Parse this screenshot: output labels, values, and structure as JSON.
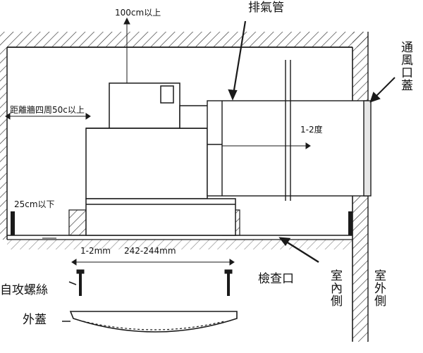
{
  "labels": {
    "ceiling_clearance": "100cm以上",
    "exhaust_pipe": "排氣管",
    "vent_cap": "通風口蓋",
    "wall_distance": "距離牆四周50c以上",
    "slope": "1-2度",
    "bottom_gap": "25cm以下",
    "small_gap": "1-2mm",
    "opening_size": "242-244mm",
    "inspection_port": "檢查口",
    "indoor_side": "室內側",
    "outdoor_side": "室外側",
    "screws": "自攻螺絲",
    "cover": "外蓋"
  },
  "colors": {
    "ink": "#1a1a1a",
    "paper": "#ffffff",
    "hatch": "#333333"
  }
}
